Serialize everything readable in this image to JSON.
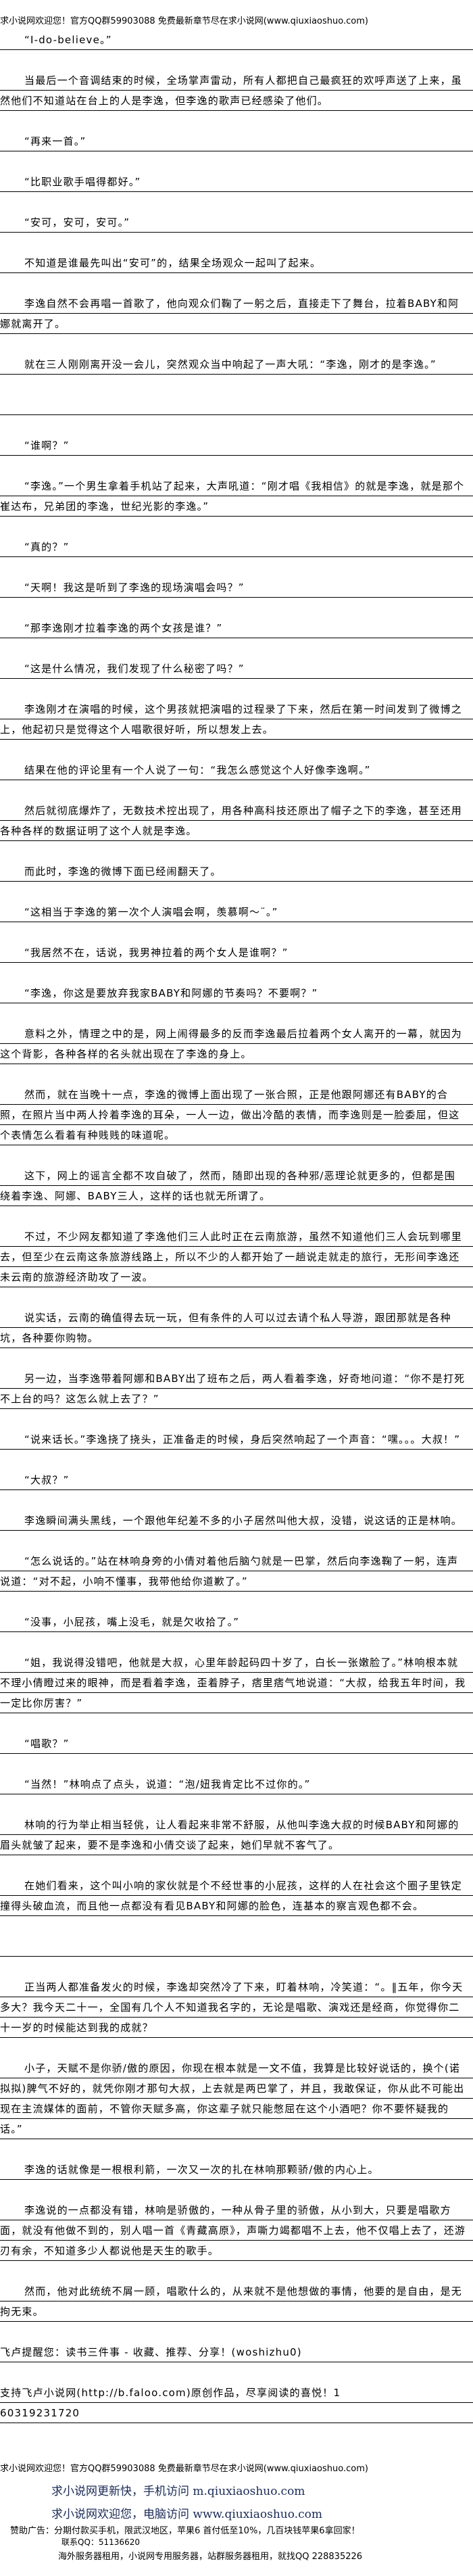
{
  "header_banner": "求小说网欢迎您！官方QQ群59903088 免费最新章节尽在求小说网(www.qiuxiaoshuo.com)",
  "paragraphs": [
    {
      "text": "“I-do-believe。”"
    },
    {
      "text": "当最后一个音调结束的时候，全场掌声雷动，所有人都把自己最疯狂的欢呼声送了上来，虽然他们不知道站在台上的人是李逸，但李逸的歌声已经感染了他们。"
    },
    {
      "text": "“再来一首。”"
    },
    {
      "text": "“比职业歌手唱得都好。”"
    },
    {
      "text": "“安可，安可，安可。”"
    },
    {
      "text": "不知道是谁最先叫出“安可”的，结果全场观众一起叫了起来。"
    },
    {
      "text": "李逸自然不会再唱一首歌了，他向观众们鞠了一躬之后，直接走下了舞台，拉着BABY和阿娜就离开了。"
    },
    {
      "text": "就在三人刚刚离开没一会儿，突然观众当中响起了一声大吼：“李逸，刚才的是李逸。”",
      "empty_line_after": true
    },
    {
      "text": "“谁啊？”"
    },
    {
      "text": "“李逸。”一个男生拿着手机站了起来，大声吼道：“刚才唱《我相信》的就是李逸，就是那个崔达布，兄弟团的李逸，世纪光影的李逸。”"
    },
    {
      "text": "“真的？”"
    },
    {
      "text": "“天啊！我这是听到了李逸的现场演唱会吗？”"
    },
    {
      "text": "“那李逸刚才拉着李逸的两个女孩是谁？”"
    },
    {
      "text": "“这是什么情况，我们发现了什么秘密了吗？”"
    },
    {
      "text": "李逸刚才在演唱的时候，这个男孩就把演唱的过程录了下来，然后在第一时间发到了微博之上，他起初只是觉得这个人唱歌很好听，所以想发上去。"
    },
    {
      "text": "结果在他的评论里有一个人说了一句：“我怎么感觉这个人好像李逸啊。”"
    },
    {
      "text": "然后就彻底爆炸了，无数技术控出现了，用各种高科技还原出了帽子之下的李逸，甚至还用各种各样的数据证明了这个人就是李逸。"
    },
    {
      "text": "而此时，李逸的微博下面已经闹翻天了。"
    },
    {
      "text": "“这相当于李逸的第一次个人演唱会啊，羡慕啊～¨。”"
    },
    {
      "text": "“我居然不在，话说，我男神拉着的两个女人是谁啊？”"
    },
    {
      "text": "“李逸，你这是要放弃我家BABY和阿娜的节奏吗？不要啊？”"
    },
    {
      "text": "意料之外，情理之中的是，网上闹得最多的反而李逸最后拉着两个女人离开的一幕，就因为这个背影，各种各样的名头就出现在了李逸的身上。"
    },
    {
      "text": "然而，就在当晚十一点，李逸的微博上面出现了一张合照，正是他跟阿娜还有BABY的合照，在照片当中两人拎着李逸的耳朵，一人一边，做出冷酷的表情，而李逸则是一脸委屈，但这个表情怎么看着有种贱贱的味道呢。"
    },
    {
      "text": "这下，网上的谣言全都不攻自破了，然而，随即出现的各种邪/恶理论就更多的，但都是围绕着李逸、阿娜、BABY三人，这样的话也就无所谓了。"
    },
    {
      "text": "不过，不少网友都知道了李逸他们三人此时正在云南旅游，虽然不知道他们三人会玩到哪里去，但至少在云南这条旅游线路上，所以不少的人都开始了一趟说走就走的旅行，无形间李逸还未云南的旅游经济助攻了一波。"
    },
    {
      "text": "说实话，云南的确值得去玩一玩，但有条件的人可以过去请个私人导游，跟团那就是各种坑，各种要你购物。"
    },
    {
      "text": "另一边，当李逸带着阿娜和BABY出了班布之后，两人看着李逸，好奇地问道：“你不是打死不上台的吗？这怎么就上去了？”"
    },
    {
      "text": "“说来话长。”李逸挠了挠头，正准备走的时候，身后突然响起了一个声音：“嘿。。。大叔！”"
    },
    {
      "text": "“大叔？”"
    },
    {
      "text": "李逸瞬间满头黑线，一个跟他年纪差不多的小子居然叫他大叔，没错，说这话的正是林响。"
    },
    {
      "text": "“怎么说话的。”站在林响身旁的小倩对着他后脑勺就是一巴掌，然后向李逸鞠了一躬，连声说道：“对不起，小响不懂事，我带他给你道歉了。”"
    },
    {
      "text": "“没事，小屁孩，嘴上没毛，就是欠收拾了。”"
    },
    {
      "text": "“姐，我说得没错吧，他就是大叔，心里年龄起码四十岁了，白长一张嫩脸了。”林响根本就不理小倩瞪过来的眼神，而是看着李逸，歪着脖子，痞里痞气地说道：“大叔，给我五年时间，我一定比你厉害？”"
    },
    {
      "text": "“唱歌？”"
    },
    {
      "text": "“当然！”林响点了点头，说道：“泡/妞我肯定比不过你的。”"
    },
    {
      "text": "林响的行为举止相当轻佻，让人看起来非常不舒服，从他叫李逸大叔的时候BABY和阿娜的眉头就皱了起来，要不是李逸和小倩交谈了起来，她们早就不客气了。"
    },
    {
      "text": "在她们看来，这个叫小响的家伙就是个不经世事的小屁孩，这样的人在社会这个圈子里铁定撞得头破血流，而且他一点都没有看见BABY和阿娜的脸色，连基本的察言观色都不会。",
      "empty_line_after": true
    },
    {
      "text": "正当两人都准备发火的时候，李逸却突然冷了下来，盯着林响，冷笑道：“。‖五年，你今天多大？我今天二十一，全国有几个人不知道我名字的，无论是唱歌、演戏还是经商，你觉得你二十一岁的时候能达到我的成就？"
    },
    {
      "text": "小子，天赋不是你骄/傲的原因，你现在根本就是一文不值，我算是比较好说话的，换个(诺拟拟)脾气不好的，就凭你刚才那句大叔，上去就是两巴掌了，并且，我敢保证，你从此不可能出现在主流媒体的面前，不管你天赋多高，你这辈子就只能憋屈在这个小酒吧？你不要怀疑我的话。”"
    },
    {
      "text": "李逸的话就像是一根根利箭，一次又一次的扎在林响那颗骄/傲的内心上。"
    },
    {
      "text": "李逸说的一点都没有错，林响是骄傲的，一种从骨子里的骄傲，从小到大，只要是唱歌方面，就没有他做不到的，别人唱一首《青藏高原》，声嘶力竭都唱不上去，他不仅唱上去了，还游刃有余，不知道多少人都说他是天生的歌手。"
    },
    {
      "text": "然而，他对此统统不屑一顾，唱歌什么的，从来就不是他想做的事情，他要的是自由，是无拘无束。"
    },
    {
      "text": "飞卢提醒您：读书三件事 - 收藏、推荐、分享！(woshizhu0)",
      "no_indent": true
    },
    {
      "text": "支持飞卢小说网(http://b.faloo.com)原创作品，尽享阅读的喜悦！1",
      "no_indent": true,
      "tight": true
    },
    {
      "text": "60319231720",
      "no_indent": true
    }
  ],
  "footer": {
    "banner": "求小说网欢迎您！官方QQ群59903088 免费最新章节尽在求小说网(www.qiuxiaoshuo.com)",
    "mobile_line": "求小说网更新快，手机访问 m.qiuxiaoshuo.com",
    "pc_line": "求小说网欢迎您，电脑访问 www.qiuxiaoshuo.com",
    "ad_line": "赞助广告：分期付款买手机，限武汉地区，苹果6 首付低至10%，几百块钱苹果6拿回家！",
    "contact_line": "联系QQ：51136620",
    "server_line": "海外服务器租用，小说网专用服务器，站群服务器租用，就找QQ 228835226"
  },
  "colors": {
    "text": "#000000",
    "footer_link_text": "#1a2a55",
    "rule": "#000000"
  }
}
